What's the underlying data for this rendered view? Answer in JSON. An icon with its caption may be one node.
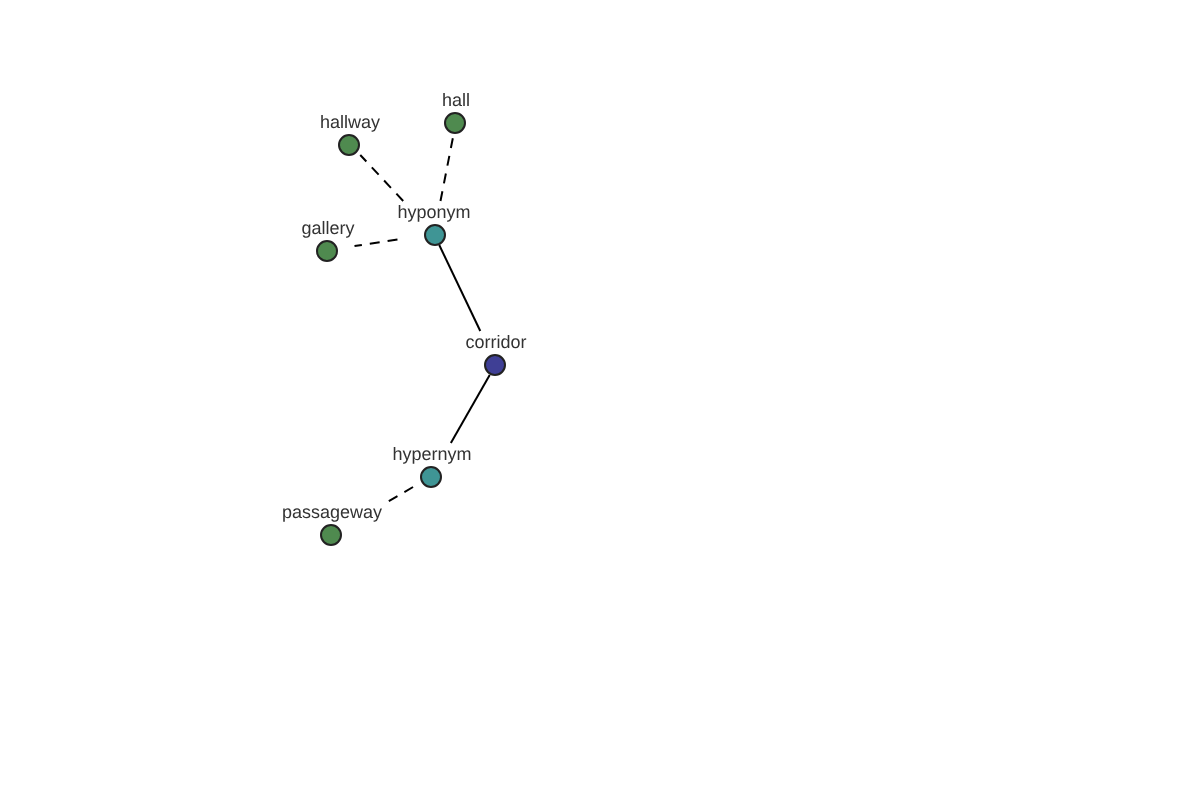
{
  "diagram": {
    "nodes": [
      {
        "text": [
          "hall"
        ]
      },
      {
        "text": [
          "hallway"
        ]
      },
      {
        "text": [
          "hyponym"
        ]
      },
      {
        "text": [
          "gallery"
        ]
      },
      {
        "text": [
          "corridor"
        ]
      },
      {
        "text": [
          "hypernym"
        ]
      },
      {
        "text": [
          "passageway"
        ]
      }
    ],
    "edges": [
      {
        "from": 2,
        "to": 1,
        "arrow": "none",
        "style": "dashed"
      },
      {
        "from": 2,
        "to": 0,
        "arrow": "none",
        "style": "dashed"
      },
      {
        "from": 2,
        "to": 3,
        "arrow": "none",
        "style": "dashed"
      },
      {
        "from": 4,
        "to": 2,
        "arrow": "none"
      },
      {
        "from": 4,
        "to": 5,
        "arrow": "none"
      },
      {
        "from": 5,
        "to": 6,
        "arrow": "none",
        "style": "dashed"
      }
    ]
  }
}
